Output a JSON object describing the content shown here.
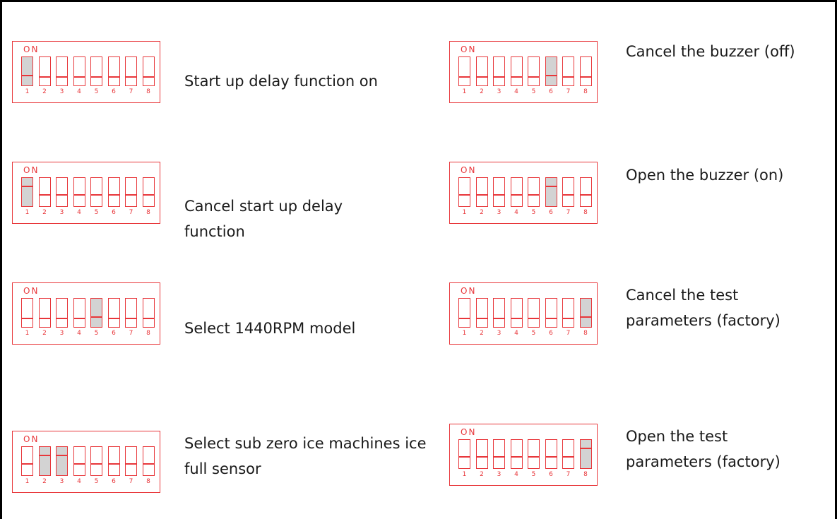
{
  "colors": {
    "switch_red": "#e8363a",
    "switch_fill": "#d3d3d3",
    "frame": "#000000"
  },
  "switch_numbers": [
    "1",
    "2",
    "3",
    "4",
    "5",
    "6",
    "7",
    "8"
  ],
  "settings": [
    {
      "on_label": "ON",
      "active": [
        1
      ],
      "lever": "low",
      "description": "Start up delay function on"
    },
    {
      "on_label": "ON",
      "active": [
        1
      ],
      "lever": "high",
      "description": "Cancel start up delay function"
    },
    {
      "on_label": "ON",
      "active": [
        5
      ],
      "lever": "low",
      "description": "Select 1440RPM model"
    },
    {
      "on_label": "ON",
      "active": [
        2,
        3
      ],
      "lever": "high",
      "description": "Select sub zero ice machines ice full sensor"
    },
    {
      "on_label": "ON",
      "active": [
        6
      ],
      "lever": "low",
      "description": "Cancel the buzzer (off)"
    },
    {
      "on_label": "ON",
      "active": [
        6
      ],
      "lever": "high",
      "description": "Open the buzzer (on)"
    },
    {
      "on_label": "ON",
      "active": [
        8
      ],
      "lever": "low",
      "description": "Cancel the test parameters (factory)"
    },
    {
      "on_label": "ON",
      "active": [
        8
      ],
      "lever": "high",
      "description": "Open the test parameters (factory)"
    }
  ]
}
